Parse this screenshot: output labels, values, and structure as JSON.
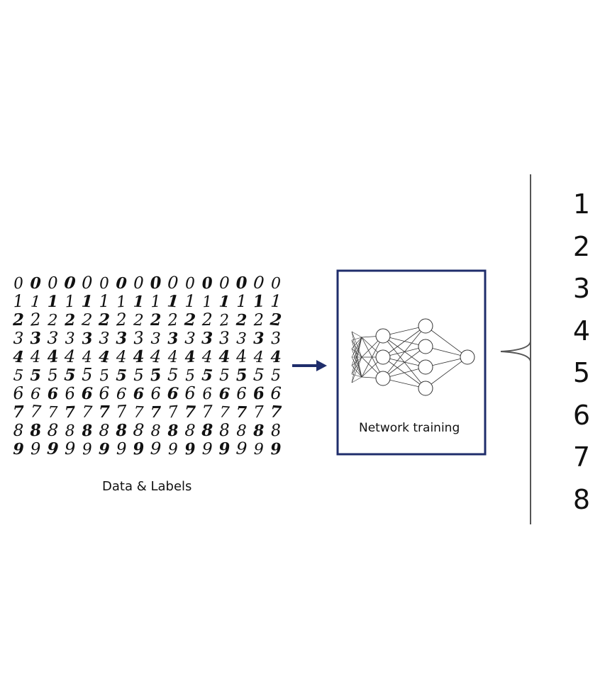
{
  "digit_grid": {
    "rows": [
      [
        "0",
        "0",
        "0",
        "0",
        "0",
        "0",
        "0",
        "0",
        "0",
        "0",
        "0",
        "0",
        "0",
        "0",
        "0",
        "0"
      ],
      [
        "1",
        "1",
        "1",
        "1",
        "1",
        "1",
        "1",
        "1",
        "1",
        "1",
        "1",
        "1",
        "1",
        "1",
        "1",
        "1"
      ],
      [
        "2",
        "2",
        "2",
        "2",
        "2",
        "2",
        "2",
        "2",
        "2",
        "2",
        "2",
        "2",
        "2",
        "2",
        "2",
        "2"
      ],
      [
        "3",
        "3",
        "3",
        "3",
        "3",
        "3",
        "3",
        "3",
        "3",
        "3",
        "3",
        "3",
        "3",
        "3",
        "3",
        "3"
      ],
      [
        "4",
        "4",
        "4",
        "4",
        "4",
        "4",
        "4",
        "4",
        "4",
        "4",
        "4",
        "4",
        "4",
        "4",
        "4",
        "4"
      ],
      [
        "5",
        "5",
        "5",
        "5",
        "5",
        "5",
        "5",
        "5",
        "5",
        "5",
        "5",
        "5",
        "5",
        "5",
        "5",
        "5"
      ],
      [
        "6",
        "6",
        "6",
        "6",
        "6",
        "6",
        "6",
        "6",
        "6",
        "6",
        "6",
        "6",
        "6",
        "6",
        "6",
        "6"
      ],
      [
        "7",
        "7",
        "7",
        "7",
        "7",
        "7",
        "7",
        "7",
        "7",
        "7",
        "7",
        "7",
        "7",
        "7",
        "7",
        "7"
      ],
      [
        "8",
        "8",
        "8",
        "8",
        "8",
        "8",
        "8",
        "8",
        "8",
        "8",
        "8",
        "8",
        "8",
        "8",
        "8",
        "8"
      ],
      [
        "9",
        "9",
        "9",
        "9",
        "9",
        "9",
        "9",
        "9",
        "9",
        "9",
        "9",
        "9",
        "9",
        "9",
        "9",
        "9"
      ]
    ]
  },
  "data_caption": "Data & Labels",
  "network": {
    "caption": "Network training",
    "layers": [
      3,
      3,
      4,
      1
    ],
    "border_color": "#1f2d6b"
  },
  "arrow_color": "#1f2d6b",
  "outputs": [
    "1",
    "2",
    "3",
    "4",
    "5",
    "6",
    "7",
    "8"
  ]
}
